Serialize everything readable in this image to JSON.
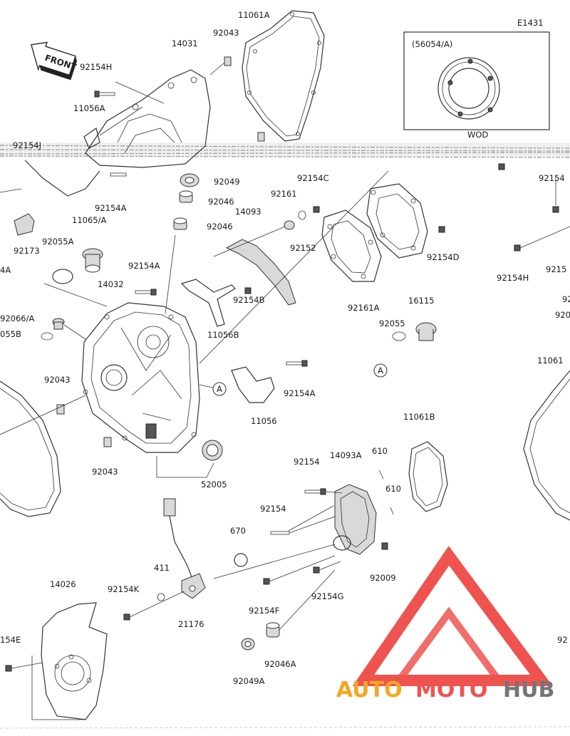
{
  "diagram": {
    "code": "E1431",
    "front_label": "FRONT",
    "inset": {
      "ref": "(56054/A)",
      "caption": "WOD"
    },
    "ref_marker": "A",
    "watermark": {
      "part1": "AUTO",
      "part2": "MOTO",
      "part3": "HUB"
    },
    "colors": {
      "line": "#333333",
      "watermark_red": "#ef5350",
      "watermark_orange": "#f5a623",
      "watermark_grey": "#757575"
    }
  },
  "labels": {
    "l11061a": "11061A",
    "l92043a": "92043",
    "l14031": "14031",
    "l92154h_a": "92154H",
    "l11056a": "11056A",
    "l92154j": "92154J",
    "l92049a": "92049",
    "l92046a": "92046",
    "l92046b": "92046",
    "l92154c": "92154C",
    "l92161": "92161",
    "l14093": "14093",
    "l92152": "92152",
    "l92154d": "92154D",
    "l92154a_a": "92154A",
    "l11065a": "11065/A",
    "l92173": "92173",
    "l92055a": "92055A",
    "l92154a_b": "92154A",
    "l14032": "14032",
    "l92154b": "92154B",
    "l92161a": "92161A",
    "l16115": "16115",
    "l92055": "92055",
    "l92066a": "92066/A",
    "l055b": "055B",
    "l11056b": "11056B",
    "l92043b": "92043",
    "l92154a_c": "92154A",
    "l11056": "11056",
    "l11061b": "11061B",
    "l92043c": "92043",
    "l52005": "52005",
    "l92154a": "92154",
    "l14093a": "14093A",
    "l610a": "610",
    "l610b": "610",
    "l92154b2": "92154",
    "l670": "670",
    "l411": "411",
    "l92009": "92009",
    "l14026": "14026",
    "l92154k": "92154K",
    "l21176": "21176",
    "l92154f": "92154F",
    "l92154g": "92154G",
    "l154e": "154E",
    "l92049b": "92049A",
    "l92046c": "92046A",
    "l92154r": "92154",
    "l92154h_b": "92154H",
    "l9215_r": "9215",
    "l11061": "11061",
    "l4a": "4A",
    "l92_r1": "92",
    "l920_r": "920",
    "l92_r2": "92"
  }
}
